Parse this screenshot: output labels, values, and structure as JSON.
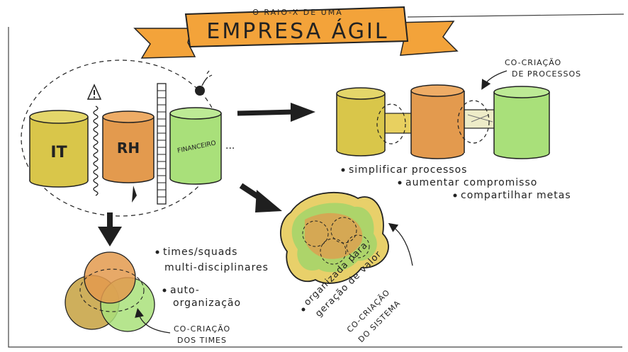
{
  "banner": {
    "subtitle": "O RAIO-X DE UMA",
    "title": "EMPRESA ÁGIL"
  },
  "silos": {
    "it": "IT",
    "rh": "RH",
    "financeiro": "FINANCEIRO",
    "ellipsis": "..."
  },
  "process": {
    "cocreation_line1": "CO-CRIAÇÃO",
    "cocreation_line2": "DE PROCESSOS",
    "bullets": [
      "simplificar processos",
      "aumentar compromisso",
      "compartilhar metas"
    ]
  },
  "teams": {
    "bullet1_line1": "times/squads",
    "bullet1_line2": "multi-disciplinares",
    "bullet2_line1": "auto-",
    "bullet2_line2": "organização",
    "cocreation_line1": "CO-CRIAÇÃO",
    "cocreation_line2": "DOS TIMES"
  },
  "organism": {
    "caption_line1": "organizada para",
    "caption_line2": "geração de valor",
    "cocreation_line1": "CO-CRIAÇÃO",
    "cocreation_line2": "DO SISTEMA"
  },
  "colors": {
    "yellow": "#d9c64a",
    "orange": "#e39a4e",
    "green": "#a9e07a",
    "banner": "#f3a33a",
    "ink": "#1f1f1f"
  }
}
